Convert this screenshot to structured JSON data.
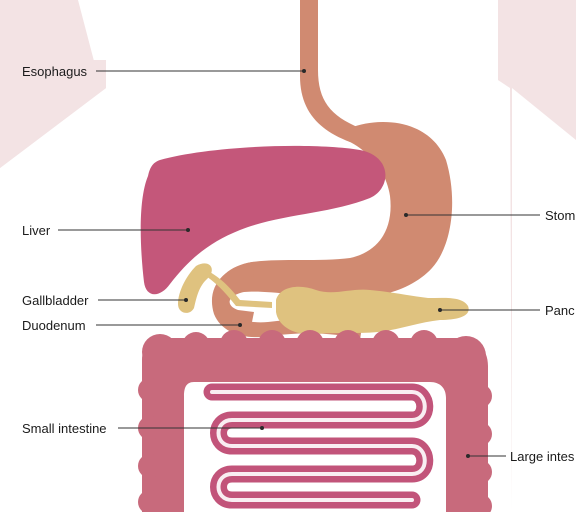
{
  "labels": {
    "esophagus": "Esophagus",
    "liver": "Liver",
    "gallbladder": "Gallbladder",
    "duodenum": "Duodenum",
    "small_intestine": "Small intestine",
    "stomach": "Stom",
    "pancreas": "Panc",
    "large_intestine": "Large intes"
  },
  "colors": {
    "background_pink": "#f3e3e4",
    "torso_white": "#ffffff",
    "esophagus_stomach": "#d08a71",
    "liver": "#c4577a",
    "gallbladder_pancreas": "#dfc27f",
    "large_intestine": "#c86a7c",
    "small_intestine": "#c2547a"
  }
}
